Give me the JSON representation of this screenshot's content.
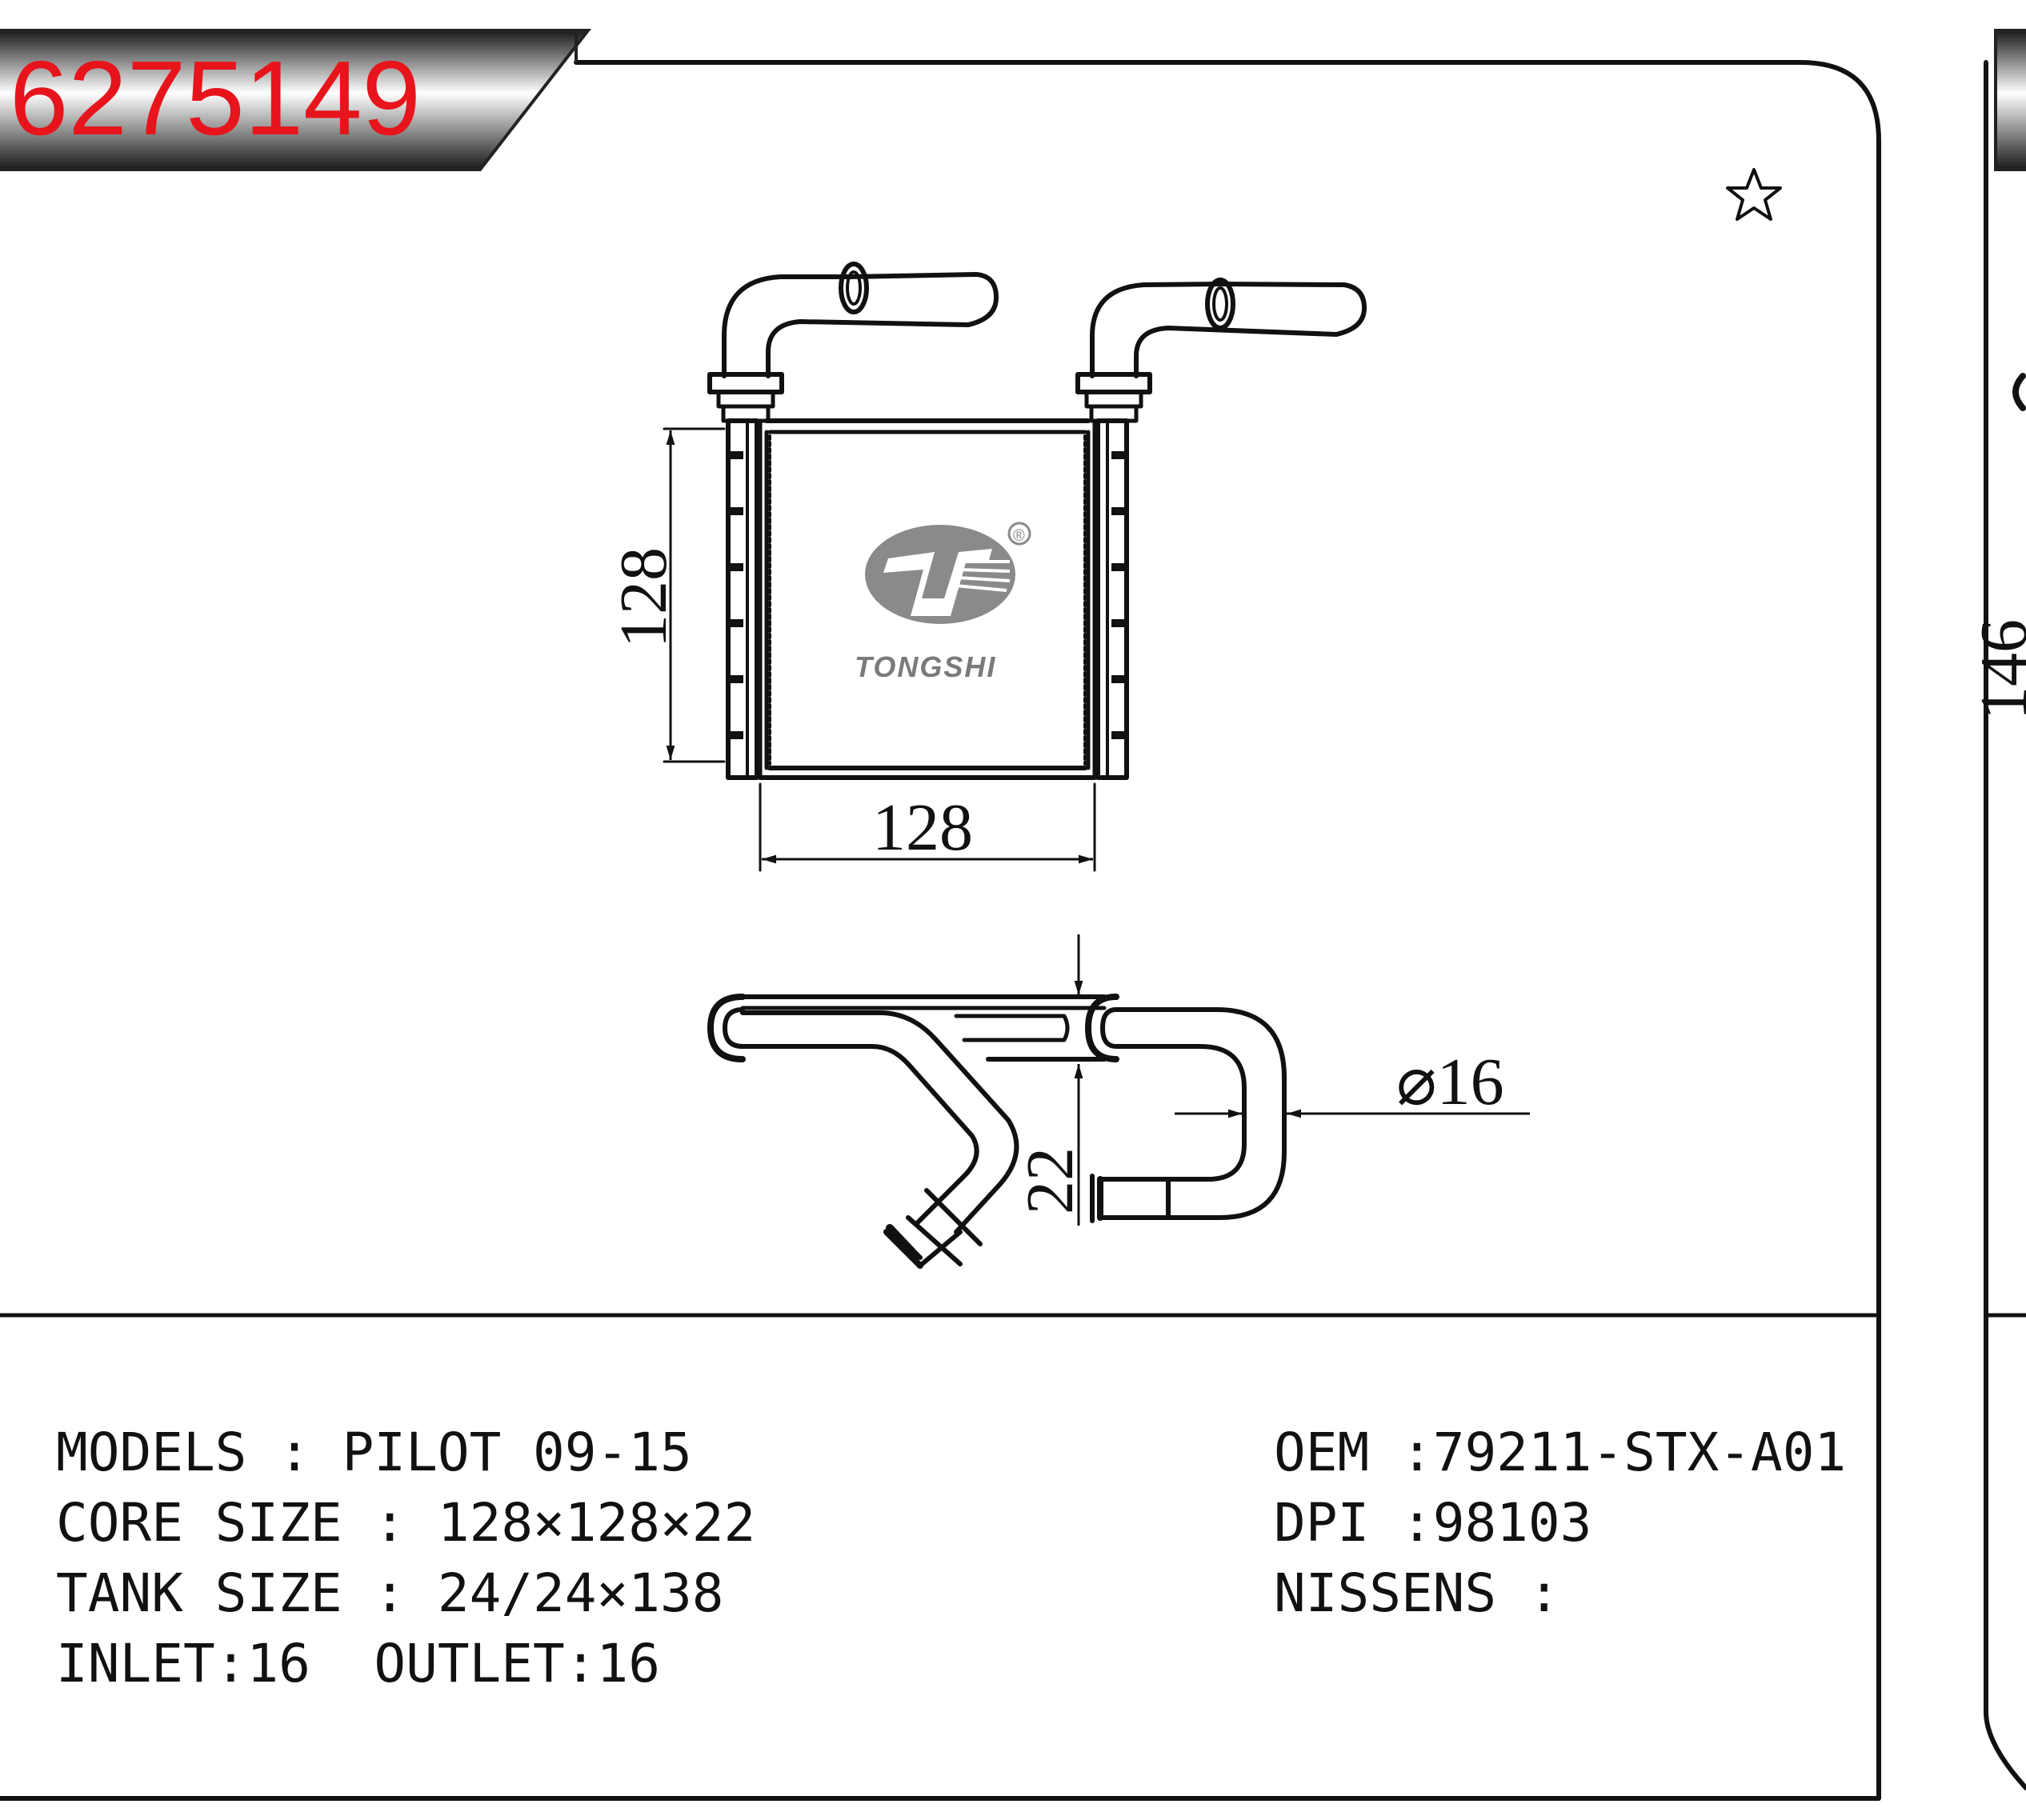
{
  "part_number": "6275149",
  "part_number_color": "#e8141b",
  "brand": {
    "name": "TONGSHI",
    "registered": "®",
    "logo_color": "#8a8a8a"
  },
  "favorite_icon": "star-outline-icon",
  "dimensions": {
    "core_height": "128",
    "core_width": "128",
    "core_thickness": "22",
    "pipe_diameter": "⌀16",
    "right_view_height": "146"
  },
  "specs_left": [
    {
      "label": "MODELS",
      "sep": " : ",
      "value": "PILOT 09-15"
    },
    {
      "label": "CORE SIZE",
      "sep": " : ",
      "value": "128×128×22"
    },
    {
      "label": "TANK SIZE",
      "sep": " : ",
      "value": "24/24×138"
    },
    {
      "label": "INLET:16  OUTLET:16",
      "sep": "",
      "value": ""
    }
  ],
  "specs_right": [
    {
      "label": "OEM",
      "sep": " :",
      "value": "79211-STX-A01"
    },
    {
      "label": "DPI",
      "sep": " :",
      "value": "98103"
    },
    {
      "label": "NISSENS",
      "sep": " :",
      "value": ""
    }
  ]
}
